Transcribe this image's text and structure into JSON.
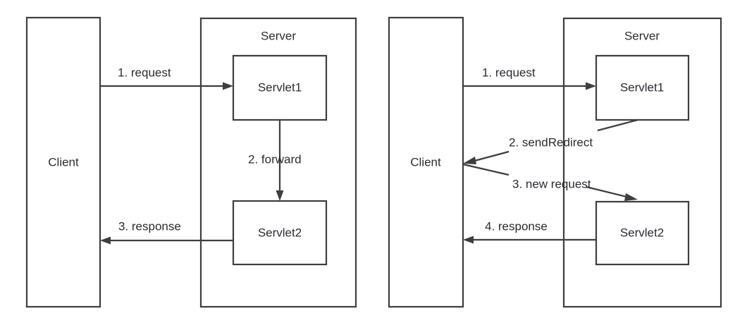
{
  "diagram": {
    "title_left": "",
    "title_right": "",
    "stroke_color": "#3d3d42",
    "text_color": "#2b2b33",
    "background_color": "#ffffff"
  },
  "left_panel": {
    "client": {
      "label": "Client"
    },
    "server": {
      "label": "Server"
    },
    "servlet1": {
      "label": "Servlet1"
    },
    "servlet2": {
      "label": "Servlet2"
    },
    "arrows": [
      {
        "label": "1. request",
        "from": "client",
        "to": "servlet1"
      },
      {
        "label": "2. forward",
        "from": "servlet1",
        "to": "servlet2"
      },
      {
        "label": "3. response",
        "from": "servlet2",
        "to": "client"
      }
    ]
  },
  "right_panel": {
    "client": {
      "label": "Client"
    },
    "server": {
      "label": "Server"
    },
    "servlet1": {
      "label": "Servlet1"
    },
    "servlet2": {
      "label": "Servlet2"
    },
    "arrows": [
      {
        "label": "1. request",
        "from": "client",
        "to": "servlet1"
      },
      {
        "label": "2. sendRedirect",
        "from": "servlet1",
        "to": "client"
      },
      {
        "label": "3. new request",
        "from": "client",
        "to": "servlet2"
      },
      {
        "label": "4. response",
        "from": "servlet2",
        "to": "client"
      }
    ]
  }
}
